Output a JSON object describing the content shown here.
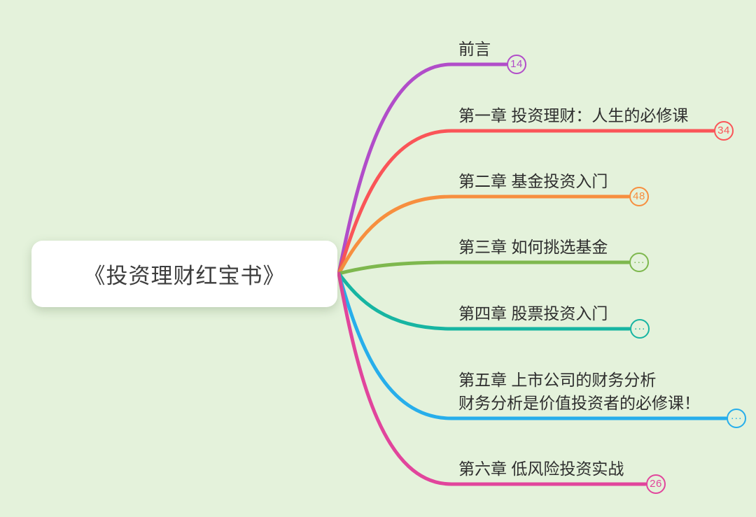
{
  "canvas": {
    "background_color": "#e4f2db"
  },
  "root": {
    "title": "《投资理财红宝书》"
  },
  "branches": [
    {
      "label": "前言",
      "badge": "14",
      "color": "#b14dc9"
    },
    {
      "label": "第一章 投资理财：人生的必修课",
      "badge": "34",
      "color": "#fa5558"
    },
    {
      "label": "第二章 基金投资入门",
      "badge": "48",
      "color": "#f78f3f"
    },
    {
      "label": "第三章 如何挑选基金",
      "badge": "···",
      "color": "#7eb84e"
    },
    {
      "label": "第四章 股票投资入门",
      "badge": "···",
      "color": "#17b5a2"
    },
    {
      "label": "第五章 上市公司的财务分析\n财务分析是价值投资者的必修课！",
      "badge": "···",
      "color": "#27aeeb"
    },
    {
      "label": "第六章 低风险投资实战",
      "badge": "26",
      "color": "#e1459c"
    }
  ]
}
